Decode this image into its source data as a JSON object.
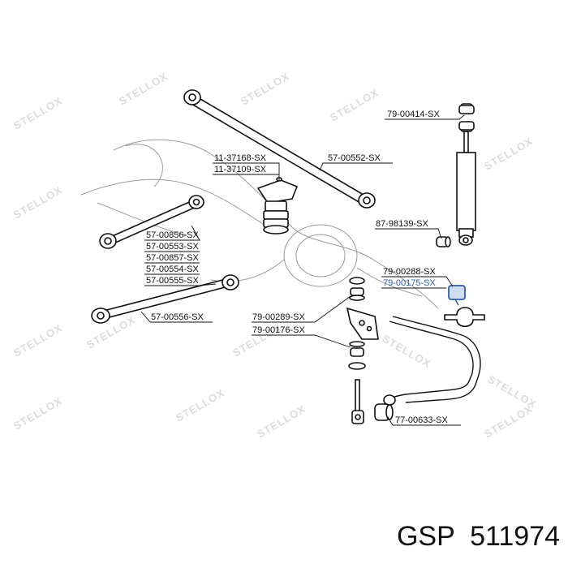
{
  "watermark": "STELLOX",
  "labels": {
    "l_79_00414": "79-00414-SX",
    "l_11_37168": "11-37168-SX",
    "l_11_37109": "11-37109-SX",
    "l_57_00552": "57-00552-SX",
    "l_87_98139": "87-98139-SX",
    "l_57_00856": "57-00856-SX",
    "l_57_00553": "57-00553-SX",
    "l_57_00857": "57-00857-SX",
    "l_57_00554": "57-00554-SX",
    "l_57_00555": "57-00555-SX",
    "l_79_00288": "79-00288-SX",
    "l_79_00175": "79-00175-SX",
    "l_57_00556": "57-00556-SX",
    "l_79_00289": "79-00289-SX",
    "l_79_00176": "79-00176-SX",
    "l_77_00633": "77-00633-SX"
  },
  "footer": "GSP  511974",
  "colors": {
    "highlight": "#2f5fa8",
    "ink": "#111111",
    "watermark": "#dcdcdc"
  }
}
